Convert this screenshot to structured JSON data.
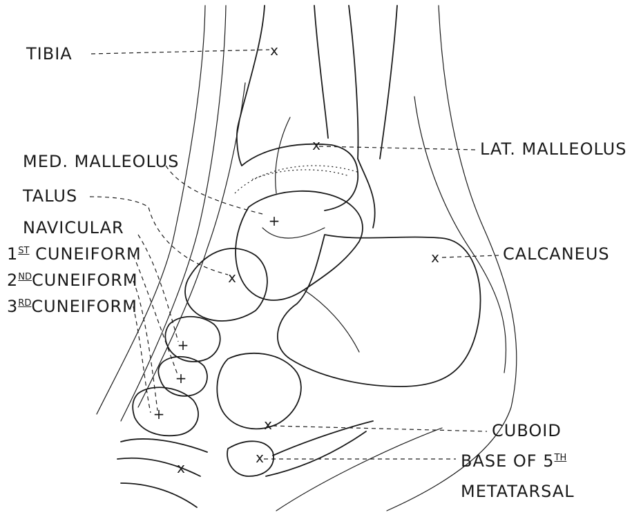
{
  "labels": {
    "tibia": "TIBIA",
    "med_malleolus": "MED. MALLEOLUS",
    "talus": "TALUS",
    "navicular": "NAVICULAR",
    "first_cuneiform": {
      "num": "1",
      "suffix": "ST",
      "word": " CUNEIFORM"
    },
    "second_cuneiform": {
      "num": "2",
      "suffix": "ND",
      "word": "CUNEIFORM"
    },
    "third_cuneiform": {
      "num": "3",
      "suffix": "RD",
      "word": "CUNEIFORM"
    },
    "lat_malleolus": "LAT. MALLEOLUS",
    "calcaneus": "CALCANEUS",
    "cuboid": "CUBOID",
    "base_of_5th_metatarsal": {
      "line1_prefix": "BASE OF 5",
      "line1_suffix": "TH",
      "line2": "METATARSAL"
    }
  },
  "markers": {
    "cross": "+",
    "x": "x"
  }
}
